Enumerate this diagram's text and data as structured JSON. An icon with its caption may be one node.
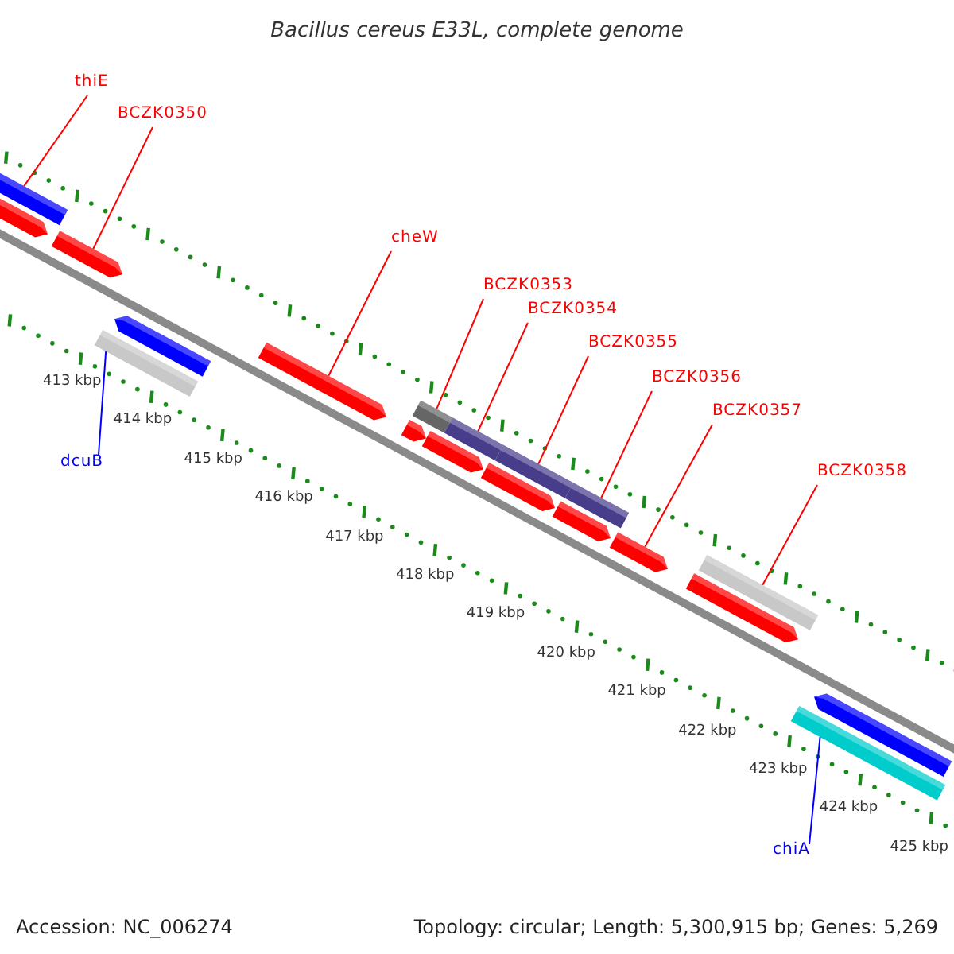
{
  "diagram": {
    "title": "Bacillus cereus E33L, complete genome",
    "nodes": [
      {
        "text": [
          "thiE"
        ]
      },
      {
        "text": [
          "BCZK0350"
        ]
      },
      {
        "text": [
          "cheW"
        ]
      },
      {
        "text": [
          "BCZK0353"
        ]
      },
      {
        "text": [
          "BCZK0354"
        ]
      },
      {
        "text": [
          "BCZK0355"
        ]
      },
      {
        "text": [
          "BCZK0356"
        ]
      },
      {
        "text": [
          "BCZK0357"
        ]
      },
      {
        "text": [
          "BCZK0358"
        ]
      },
      {
        "text": [
          "dcuB"
        ]
      },
      {
        "text": [
          "chiA"
        ]
      },
      {
        "text": [],
        "shape": "bar"
      },
      {
        "text": [],
        "shape": "bar"
      },
      {
        "text": [],
        "shape": "bar"
      },
      {
        "text": [],
        "shape": "bar"
      },
      {
        "text": [],
        "shape": "bar"
      },
      {
        "text": [],
        "shape": "bar"
      },
      {
        "text": [],
        "shape": "bar"
      },
      {
        "text": [],
        "shape": "bar"
      },
      {
        "text": [],
        "shape": "bar"
      },
      {
        "text": [],
        "shape": "bar"
      },
      {
        "text": [],
        "shape": "bar"
      },
      {
        "text": [],
        "shape": "bar"
      },
      {
        "text": [],
        "shape": "bar"
      },
      {
        "text": [],
        "shape": "bar"
      },
      {
        "text": [],
        "shape": "bar"
      },
      {
        "text": [],
        "shape": "bar"
      },
      {
        "text": [],
        "shape": "bar"
      },
      {
        "text": [],
        "shape": "bar"
      },
      {
        "text": [],
        "shape": "bar"
      }
    ],
    "edges": [
      {
        "from": 0,
        "to": 11,
        "arrow": "none"
      },
      {
        "from": 1,
        "to": 13,
        "arrow": "none"
      },
      {
        "from": 2,
        "to": 16,
        "arrow": "none"
      },
      {
        "from": 3,
        "to": 18,
        "arrow": "none"
      },
      {
        "from": 4,
        "to": 20,
        "arrow": "none"
      },
      {
        "from": 5,
        "to": 22,
        "arrow": "none"
      },
      {
        "from": 6,
        "to": 24,
        "arrow": "none"
      },
      {
        "from": 7,
        "to": 25,
        "arrow": "none"
      },
      {
        "from": 8,
        "to": 27,
        "arrow": "none"
      },
      {
        "from": 9,
        "to": 14,
        "arrow": "none",
        "color": "#0000ff"
      },
      {
        "from": 10,
        "to": 28,
        "arrow": "none",
        "color": "#0000ff"
      }
    ],
    "labels": [
      "413 kbp",
      "414 kbp",
      "415 kbp",
      "416 kbp",
      "417 kbp",
      "418 kbp",
      "419 kbp",
      "420 kbp",
      "421 kbp",
      "422 kbp",
      "423 kbp",
      "424 kbp",
      "425 kbp",
      "Accession: NC_006274",
      "Topology: circular; Length: 5,300,915 bp; Genes: 5,269"
    ]
  }
}
